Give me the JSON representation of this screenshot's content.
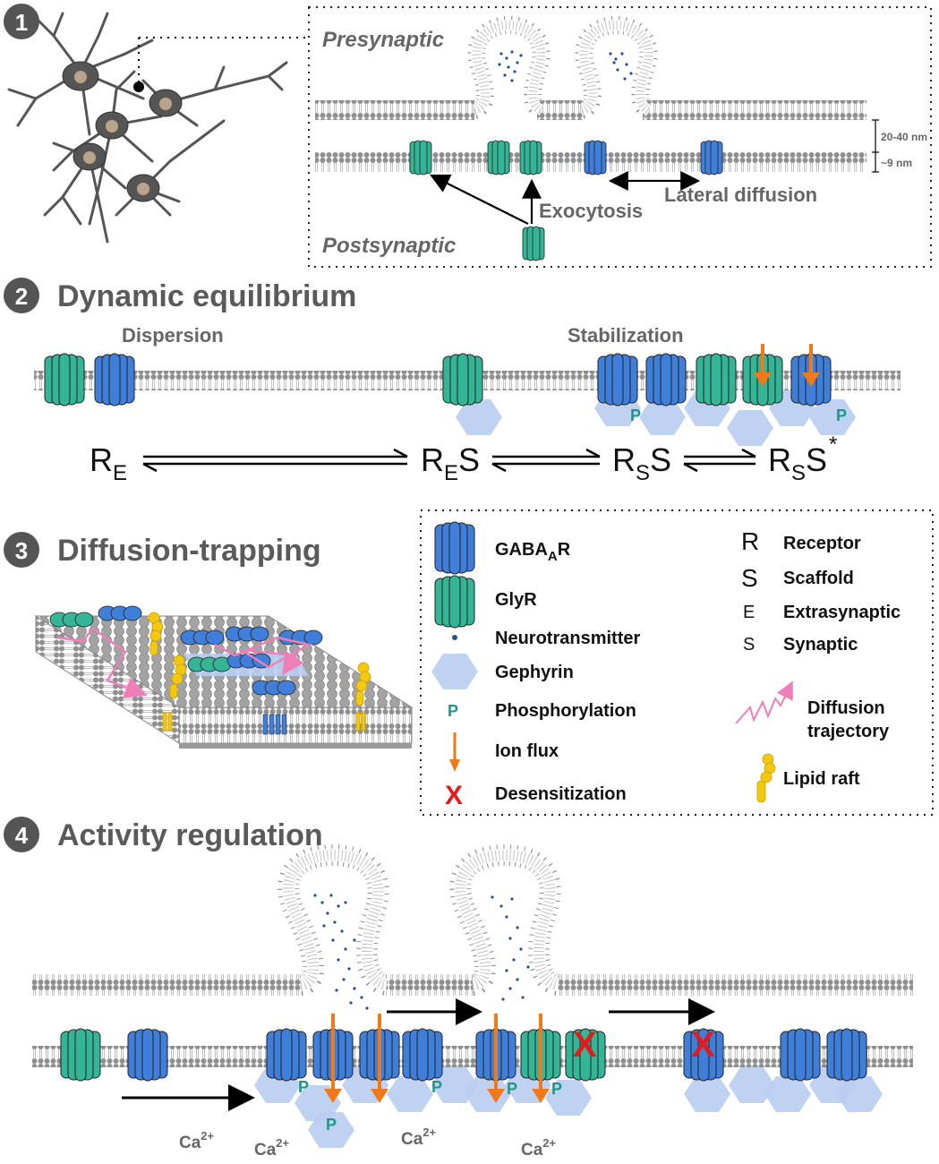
{
  "sections": {
    "s1": {
      "number": "1",
      "presynaptic": "Presynaptic",
      "postsynaptic": "Postsynaptic",
      "exocytosis": "Exocytosis",
      "lateral_diffusion": "Lateral diffusion",
      "cleft_width": "20-40 nm",
      "membrane_width": "~9 nm"
    },
    "s2": {
      "number": "2",
      "title": "Dynamic equilibrium",
      "dispersion": "Dispersion",
      "stabilization": "Stabilization",
      "eq": {
        "t1_main": "R",
        "t1_sub": "E",
        "t2_main": "R",
        "t2_sub": "E",
        "t2_tail": "S",
        "t3_main": "R",
        "t3_sub": "S",
        "t3_tail": "S",
        "t4_main": "R",
        "t4_sub": "S",
        "t4_tail": "S",
        "t4_sup": "*"
      }
    },
    "s3": {
      "number": "3",
      "title": "Diffusion-trapping"
    },
    "s4": {
      "number": "4",
      "title": "Activity regulation",
      "ca": "Ca",
      "ca_sup": "2+"
    }
  },
  "legend": {
    "gabaar_main": "GABA",
    "gabaar_sub": "A",
    "gabaar_tail": "R",
    "glyr": "GlyR",
    "neurotransmitter": "Neurotransmitter",
    "gephyrin": "Gephyrin",
    "phosphorylation_symbol": "P",
    "phosphorylation": "Phosphorylation",
    "ion_flux": "Ion flux",
    "desensitization_symbol": "X",
    "desensitization": "Desensitization",
    "receptor_symbol": "R",
    "receptor": "Receptor",
    "scaffold_symbol": "S",
    "scaffold": "Scaffold",
    "extrasynaptic_symbol": "E",
    "extrasynaptic": "Extrasynaptic",
    "synaptic_symbol": "S",
    "synaptic": "Synaptic",
    "diffusion_trajectory_1": "Diffusion",
    "diffusion_trajectory_2": "trajectory",
    "lipid_raft": "Lipid raft"
  },
  "phospho_label": "P",
  "colors": {
    "gabaar": "#3f7fd9",
    "glyr": "#34b595",
    "gephyrin": "#b8cdf0",
    "ion_flux": "#f07a1a",
    "desensitization": "#e01b1b",
    "phospho": "#1a9a86",
    "trajectory": "#ef7fb8",
    "lipid_raft": "#f4c810",
    "membrane": "#9a9a9a",
    "title_gray": "#5a5a5a"
  }
}
